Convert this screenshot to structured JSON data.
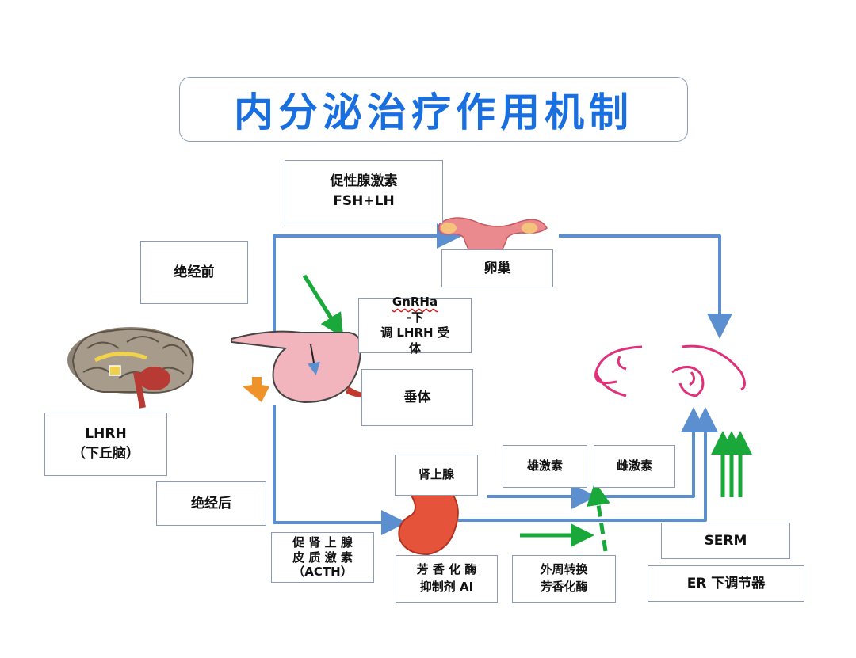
{
  "title": "内分泌治疗作用机制",
  "labels": {
    "gonadotropin": {
      "line1": "促性腺激素",
      "line2": "FSH+LH"
    },
    "premenopause": "绝经前",
    "postmenopause": "绝经后",
    "ovary": "卵巢",
    "gnrha": {
      "line1_a": "GnRHa",
      "line1_b": "-下",
      "line2": "调 LHRH 受",
      "line3": "体"
    },
    "pituitary": "垂体",
    "lhrh": {
      "line1": "LHRH",
      "line2": "（下丘脑）"
    },
    "adrenal": "肾上腺",
    "androgen": "雄激素",
    "estrogen": "雌激素",
    "acth": {
      "line1": "促 肾 上 腺",
      "line2": "皮 质 激 素",
      "line3": "（ACTH）"
    },
    "ai": {
      "line1": "芳 香 化 酶",
      "line2": "抑制剂 AI"
    },
    "peripheral": {
      "line1": "外周转换",
      "line2": "芳香化酶"
    },
    "serm": "SERM",
    "er_downregulator": "ER 下调节器"
  },
  "colors": {
    "title": "#1a6fe0",
    "flow_arrow": "#5b8fd0",
    "green_arrow": "#1aa83a",
    "orange_arrow": "#f0922a",
    "breast_outline": "#e0307a"
  }
}
